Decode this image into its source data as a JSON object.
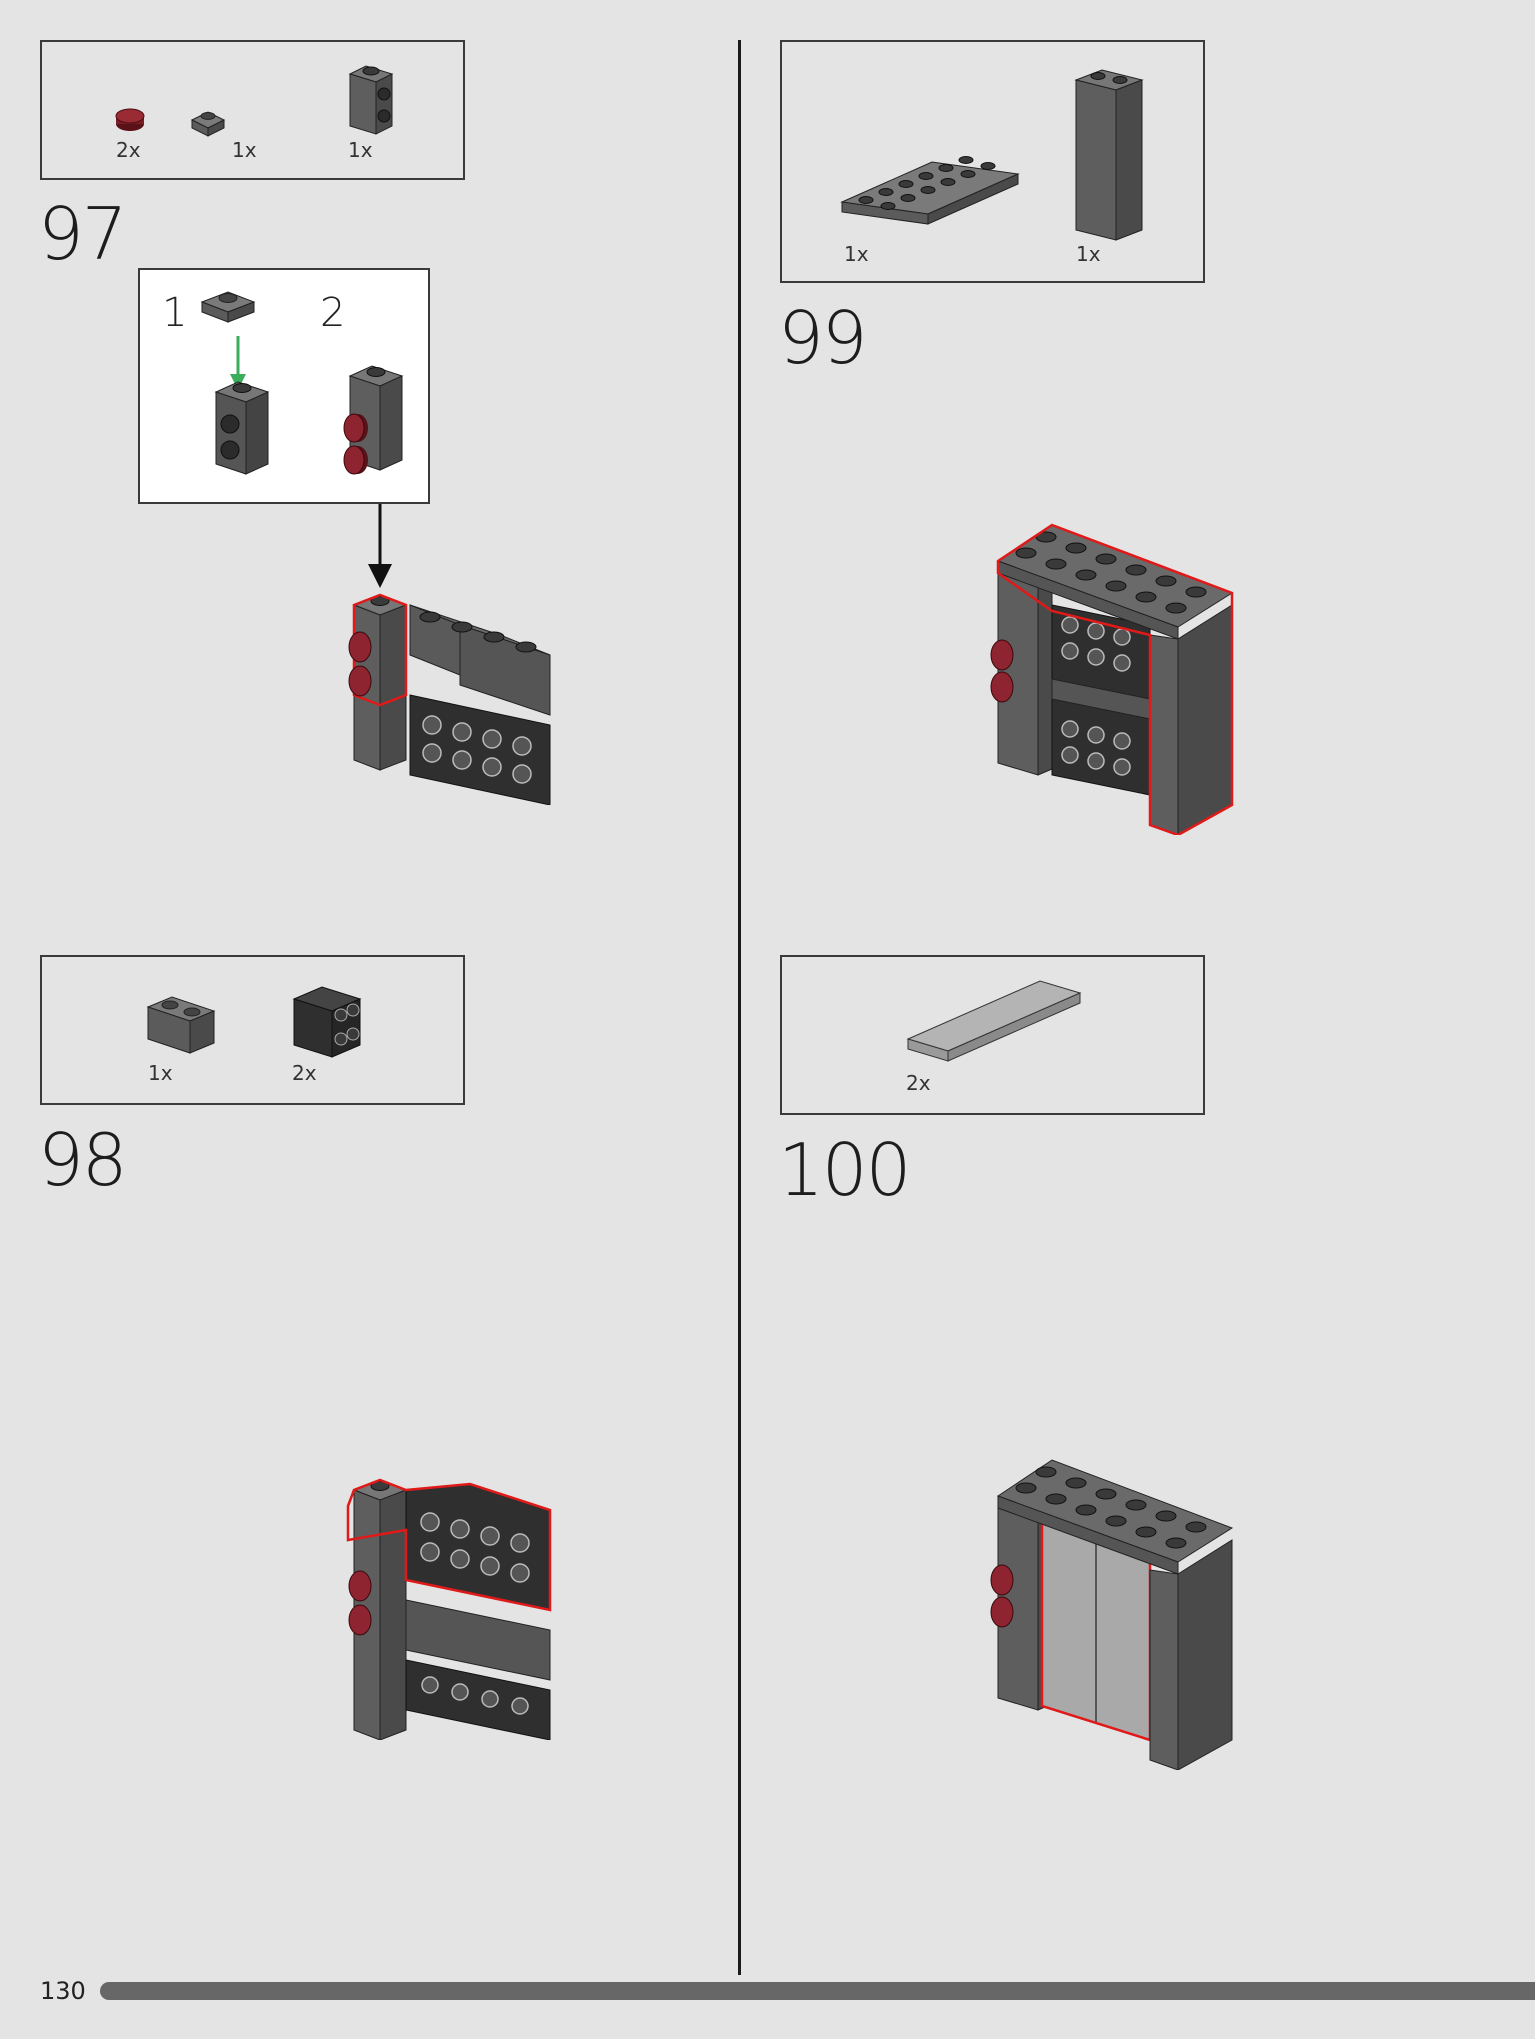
{
  "page": {
    "number": "130"
  },
  "colors": {
    "background": "#e4e4e4",
    "dark_gray": "#5b5b5b",
    "black_brick": "#3a3a3a",
    "dark_red": "#7a1d26",
    "highlight_red": "#e01919",
    "light_gray_tile": "#a9a9a9",
    "arrow_green": "#3aae5a"
  },
  "steps": [
    {
      "number": "97",
      "parts": [
        {
          "qty": "2x",
          "icon": "round-plate-1x1-dark-red-icon"
        },
        {
          "qty": "1x",
          "icon": "plate-1x1-dark-gray-icon"
        },
        {
          "qty": "1x",
          "icon": "brick-1x1x2-studs-on-side-icon"
        }
      ],
      "substeps": [
        "1",
        "2"
      ]
    },
    {
      "number": "98",
      "parts": [
        {
          "qty": "1x",
          "icon": "brick-1x2-dark-gray-icon"
        },
        {
          "qty": "2x",
          "icon": "brick-2x2-studs-on-side-black-icon"
        }
      ]
    },
    {
      "number": "99",
      "parts": [
        {
          "qty": "1x",
          "icon": "plate-2x6-dark-gray-icon"
        },
        {
          "qty": "1x",
          "icon": "brick-1x1x5-dark-gray-icon"
        }
      ]
    },
    {
      "number": "100",
      "parts": [
        {
          "qty": "2x",
          "icon": "tile-2x6-light-gray-icon"
        }
      ]
    }
  ]
}
